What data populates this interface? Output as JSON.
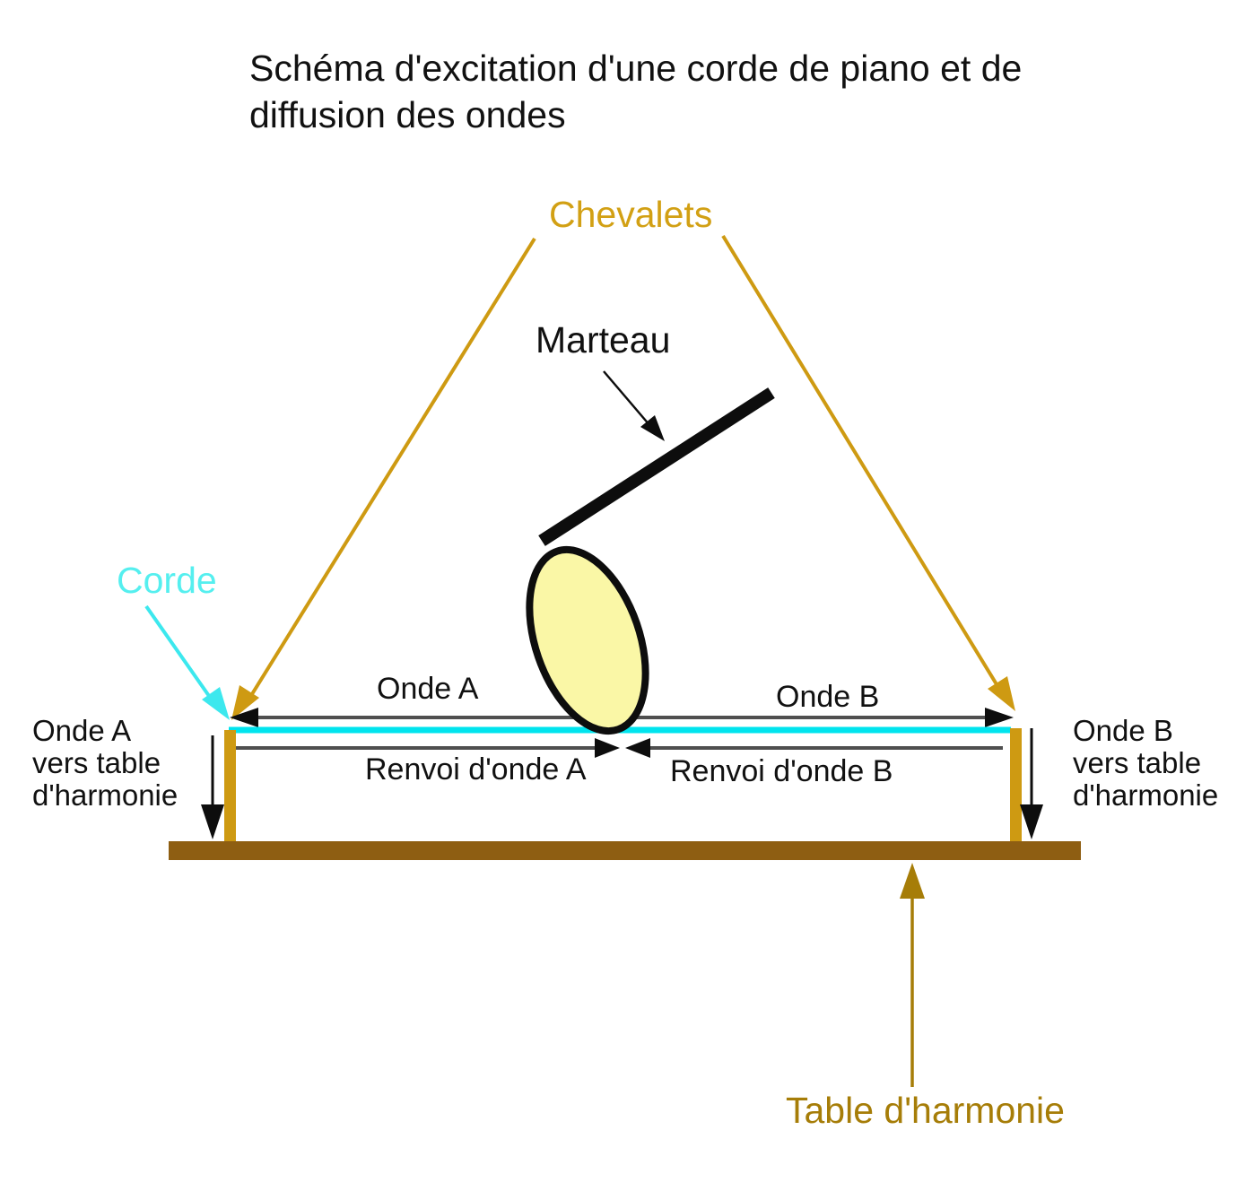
{
  "title": "Schéma d'excitation d'une corde de piano et de\ndiffusion des ondes",
  "labels": {
    "chevalets": "Chevalets",
    "marteau": "Marteau",
    "corde": "Corde",
    "onde_a": "Onde A",
    "onde_b": "Onde B",
    "renvoi_onde_a": "Renvoi d'onde A",
    "renvoi_onde_b": "Renvoi d'onde B",
    "onde_a_vers_table": "Onde A\nvers table\nd'harmonie",
    "onde_b_vers_table": "Onde B\nvers table\nd'harmonie",
    "table_harmonie": "Table d'harmonie"
  },
  "colors": {
    "background": "#ffffff",
    "text_black": "#111111",
    "gold": "#ce9a12",
    "gold_text": "#d2a014",
    "gold_dark": "#a67d08",
    "soundboard_brown": "#8e5e12",
    "string_cyan": "#00e4ee",
    "corde_text_cyan": "#55efef",
    "corde_arrow_cyan": "#3ce8ee",
    "wave_line_gray": "#4f4f4f",
    "arrow_black": "#0d0d0d",
    "hammer_head_fill": "#faf7a6"
  }
}
